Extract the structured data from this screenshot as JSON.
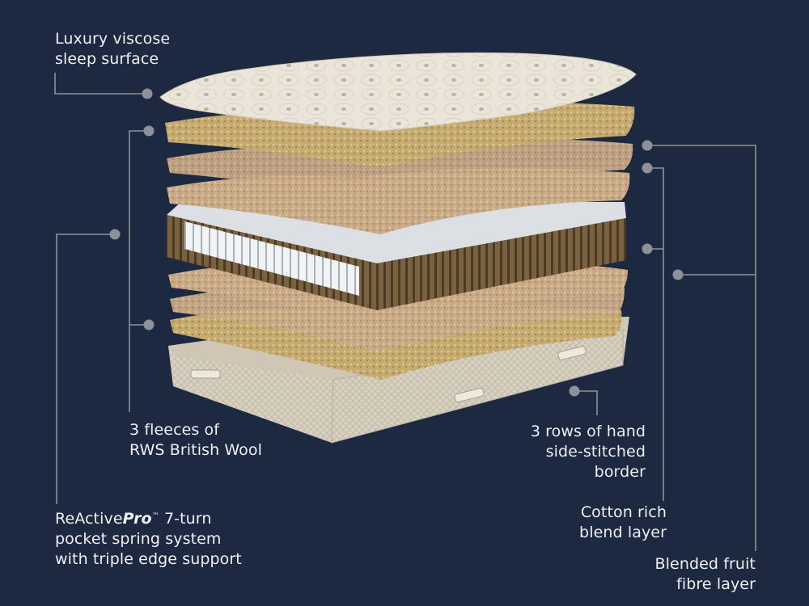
{
  "callouts": {
    "sleep_surface": {
      "lines": [
        "Luxury viscose",
        "sleep surface"
      ]
    },
    "fleeces": {
      "lines": [
        "3 fleeces of",
        "RWS British Wool"
      ]
    },
    "springs": {
      "brand_main": "ReActive",
      "brand_emph": "Pro",
      "brand_tm": "™",
      "brand_rest": " 7-turn",
      "lines": [
        "pocket spring system",
        "with triple edge support"
      ]
    },
    "border": {
      "lines": [
        "3 rows of hand",
        "side-stitched",
        "border"
      ]
    },
    "cotton": {
      "lines": [
        "Cotton rich",
        "blend layer"
      ]
    },
    "fruit_fibre": {
      "lines": [
        "Blended fruit",
        "fibre layer"
      ]
    }
  },
  "colors": {
    "background": "#1d2940",
    "leader_line": "#8d919a",
    "label_text": "#eef0f3",
    "wool": "#c9a985",
    "fruit_fibre": "#c5ae78",
    "cotton": "#c4b49a",
    "viscose_top": "#ece7dc",
    "spring_casing": "#6e5636",
    "springs": "#dfe2e6",
    "base_border": "#d8d0c1"
  }
}
